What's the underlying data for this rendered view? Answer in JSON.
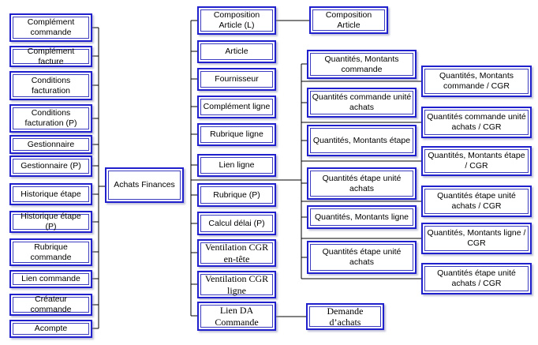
{
  "diagram_title": "Achats Finances",
  "colors": {
    "box_border": "#2021cd",
    "box_inner_border": "#3a3bbd",
    "connector": "#000000",
    "background": "#ffffff",
    "text": "#000000"
  },
  "root": {
    "label": "Achats Finances"
  },
  "left_nodes": [
    {
      "label": "Complément commande"
    },
    {
      "label": "Complément facture"
    },
    {
      "label": "Conditions facturation"
    },
    {
      "label": "Conditions facturation (P)"
    },
    {
      "label": "Gestionnaire"
    },
    {
      "label": "Gestionnaire (P)"
    },
    {
      "label": "Historique étape"
    },
    {
      "label": "Historique étape (P)"
    },
    {
      "label": "Rubrique commande"
    },
    {
      "label": "Lien commande"
    },
    {
      "label": "Créateur commande"
    },
    {
      "label": "Acompte"
    }
  ],
  "middle_nodes": [
    {
      "label": "Composition Article (L)"
    },
    {
      "label": "Article"
    },
    {
      "label": "Fournisseur"
    },
    {
      "label": "Complément ligne"
    },
    {
      "label": "Rubrique ligne"
    },
    {
      "label": "Lien ligne"
    },
    {
      "label": "Rubrique (P)"
    },
    {
      "label": "Calcul délai (P)"
    },
    {
      "label": "Ventilation CGR en-tête"
    },
    {
      "label": "Ventilation CGR ligne"
    },
    {
      "label": "Lien DA Commande"
    }
  ],
  "satellite_nodes": {
    "composition_article": {
      "label": "Composition Article"
    },
    "demande_achats": {
      "label": "Demande d’achats"
    }
  },
  "quantity_nodes": [
    {
      "label": "Quantités, Montants commande"
    },
    {
      "label": "Quantités commande unité achats"
    },
    {
      "label": "Quantités, Montants étape"
    },
    {
      "label": "Quantités étape unité achats"
    },
    {
      "label": "Quantités, Montants ligne"
    },
    {
      "label": "Quantités étape unité achats"
    }
  ],
  "cgr_nodes": [
    {
      "label": "Quantités, Montants commande / CGR"
    },
    {
      "label": "Quantités commande unité achats / CGR"
    },
    {
      "label": "Quantités, Montants étape / CGR"
    },
    {
      "label": "Quantités étape unité achats / CGR"
    },
    {
      "label": "Quantités, Montants ligne / CGR"
    },
    {
      "label": "Quantités étape unité achats / CGR"
    }
  ],
  "edges": [
    {
      "group": "left_nodes",
      "to": "Achats Finances"
    },
    {
      "group": "middle_nodes",
      "to": "middle-trunk"
    },
    {
      "from": "middle-trunk",
      "to": "quantities-trunk"
    },
    {
      "group": "quantity_nodes",
      "to": "quantities-trunk"
    },
    {
      "group": "cgr_nodes",
      "to": "quantities-trunk"
    },
    {
      "from": "Composition Article (L)",
      "to": "Composition Article"
    },
    {
      "from": "Lien DA Commande",
      "to": "Demande d’achats"
    }
  ]
}
